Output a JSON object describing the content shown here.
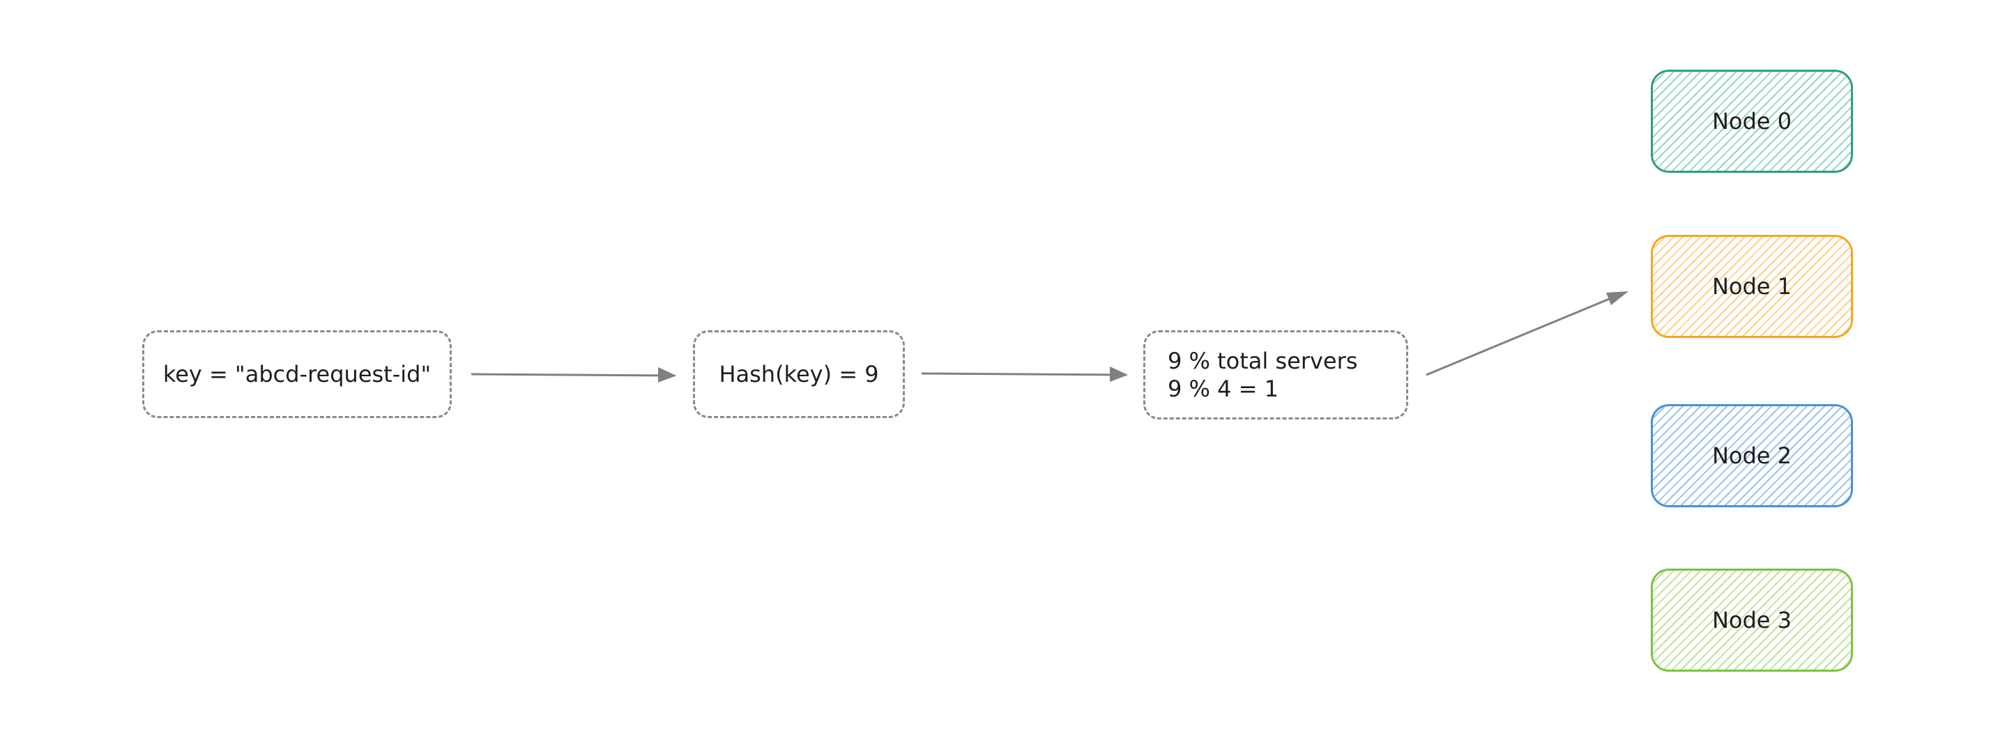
{
  "steps": {
    "key": "key = \"abcd-request-id\"",
    "hash": "Hash(key) = 9",
    "mod_line1": "9 % total servers",
    "mod_line2": "9 % 4 = 1"
  },
  "nodes": [
    {
      "label": "Node 0",
      "stroke": "#2f9e80",
      "fill": "#96d6c4"
    },
    {
      "label": "Node 1",
      "stroke": "#f5a623",
      "fill": "#fbd08a"
    },
    {
      "label": "Node 2",
      "stroke": "#4a90d9",
      "fill": "#9cc3ec"
    },
    {
      "label": "Node 3",
      "stroke": "#7cc242",
      "fill": "#bde39a"
    }
  ],
  "colors": {
    "box_border": "#8a8a8a",
    "arrow": "#808080",
    "text": "#1e1e1e"
  }
}
